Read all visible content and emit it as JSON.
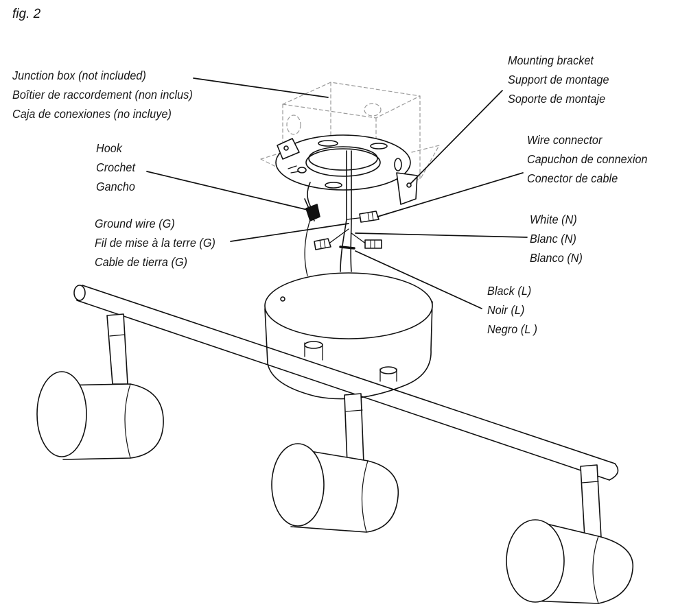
{
  "figure": {
    "title": "fig. 2"
  },
  "labels": {
    "junction_box": [
      "Junction box (not included)",
      "Boîtier de raccordement (non inclus)",
      "Caja de conexiones (no incluye)"
    ],
    "mounting_bracket": [
      "Mounting bracket",
      "Support de montage",
      "Soporte de montaje"
    ],
    "hook": [
      "Hook",
      "Crochet",
      "Gancho"
    ],
    "wire_connector": [
      "Wire connector",
      "Capuchon de connexion",
      "Conector de cable"
    ],
    "ground_wire": [
      "Ground wire (G)",
      "Fil de mise à la terre (G)",
      "Cable de tierra (G)"
    ],
    "white_wire": [
      "White (N)",
      "Blanc (N)",
      "Blanco (N)"
    ],
    "black_wire": [
      "Black (L)",
      "Noir (L)",
      "Negro (L )"
    ]
  }
}
